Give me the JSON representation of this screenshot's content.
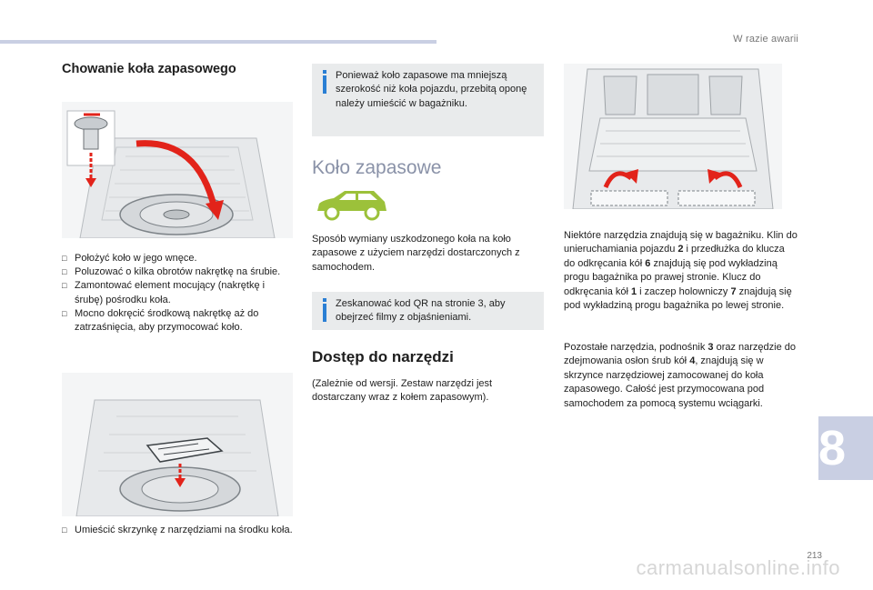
{
  "header": {
    "section_title": "W razie awarii"
  },
  "chapter": {
    "number": "8"
  },
  "footer": {
    "page_number": "213",
    "watermark": "carmanualsonline.info"
  },
  "left": {
    "heading": "Chowanie koła zapasowego",
    "steps_a": [
      "Położyć koło w jego wnęce.",
      "Poluzować o kilka obrotów nakrętkę na śrubie.",
      "Zamontować element mocujący (nakrętkę i śrubę) pośrodku koła.",
      "Mocno dokręcić środkową nakrętkę aż do zatrzaśnięcia, aby przymocować koło."
    ],
    "steps_b": [
      "Umieścić skrzynkę z narzędziami na środku koła."
    ]
  },
  "middle": {
    "info_1": "Ponieważ koło zapasowe ma mniejszą szerokość niż koła pojazdu, przebitą oponę należy umieścić w bagażniku.",
    "spare_heading": "Koło zapasowe",
    "spare_text": "Sposób wymiany uszkodzonego koła na koło zapasowe z użyciem narzędzi dostarczonych z samochodem.",
    "info_2": "Zeskanować kod QR na stronie 3, aby obejrzeć filmy z objaśnieniami.",
    "tools_heading": "Dostęp do narzędzi",
    "tools_text": "(Zależnie od wersji. Zestaw narzędzi jest dostarczany wraz z kołem zapasowym)."
  },
  "right": {
    "p1": {
      "t1": "Niektóre narzędzia znajdują się w bagażniku. Klin do unieruchamiania pojazdu ",
      "n1": "2",
      "t2": " i przedłużka do klucza do odkręcania kół ",
      "n2": "6",
      "t3": " znajdują się pod wykładziną progu bagażnika po prawej stronie. Klucz do odkręcania kół ",
      "n3": "1",
      "t4": " i zaczep holowniczy ",
      "n4": "7",
      "t5": " znajdują się pod wykładziną progu bagażnika po lewej stronie."
    },
    "p2": {
      "t1": "Pozostałe narzędzia, podnośnik ",
      "n1": "3",
      "t2": " oraz narzędzie do zdejmowania osłon śrub kół ",
      "n2": "4",
      "t3": ", znajdują się w skrzynce narzędziowej zamocowanej do koła zapasowego. Całość jest przymocowana pod samochodem za pomocą systemu wciągarki."
    }
  },
  "colors": {
    "accent_blue": "#2a7fd4",
    "arrow_red": "#e2231a",
    "car_green": "#9cc13a",
    "tab_lavender": "#c9cfe3"
  }
}
